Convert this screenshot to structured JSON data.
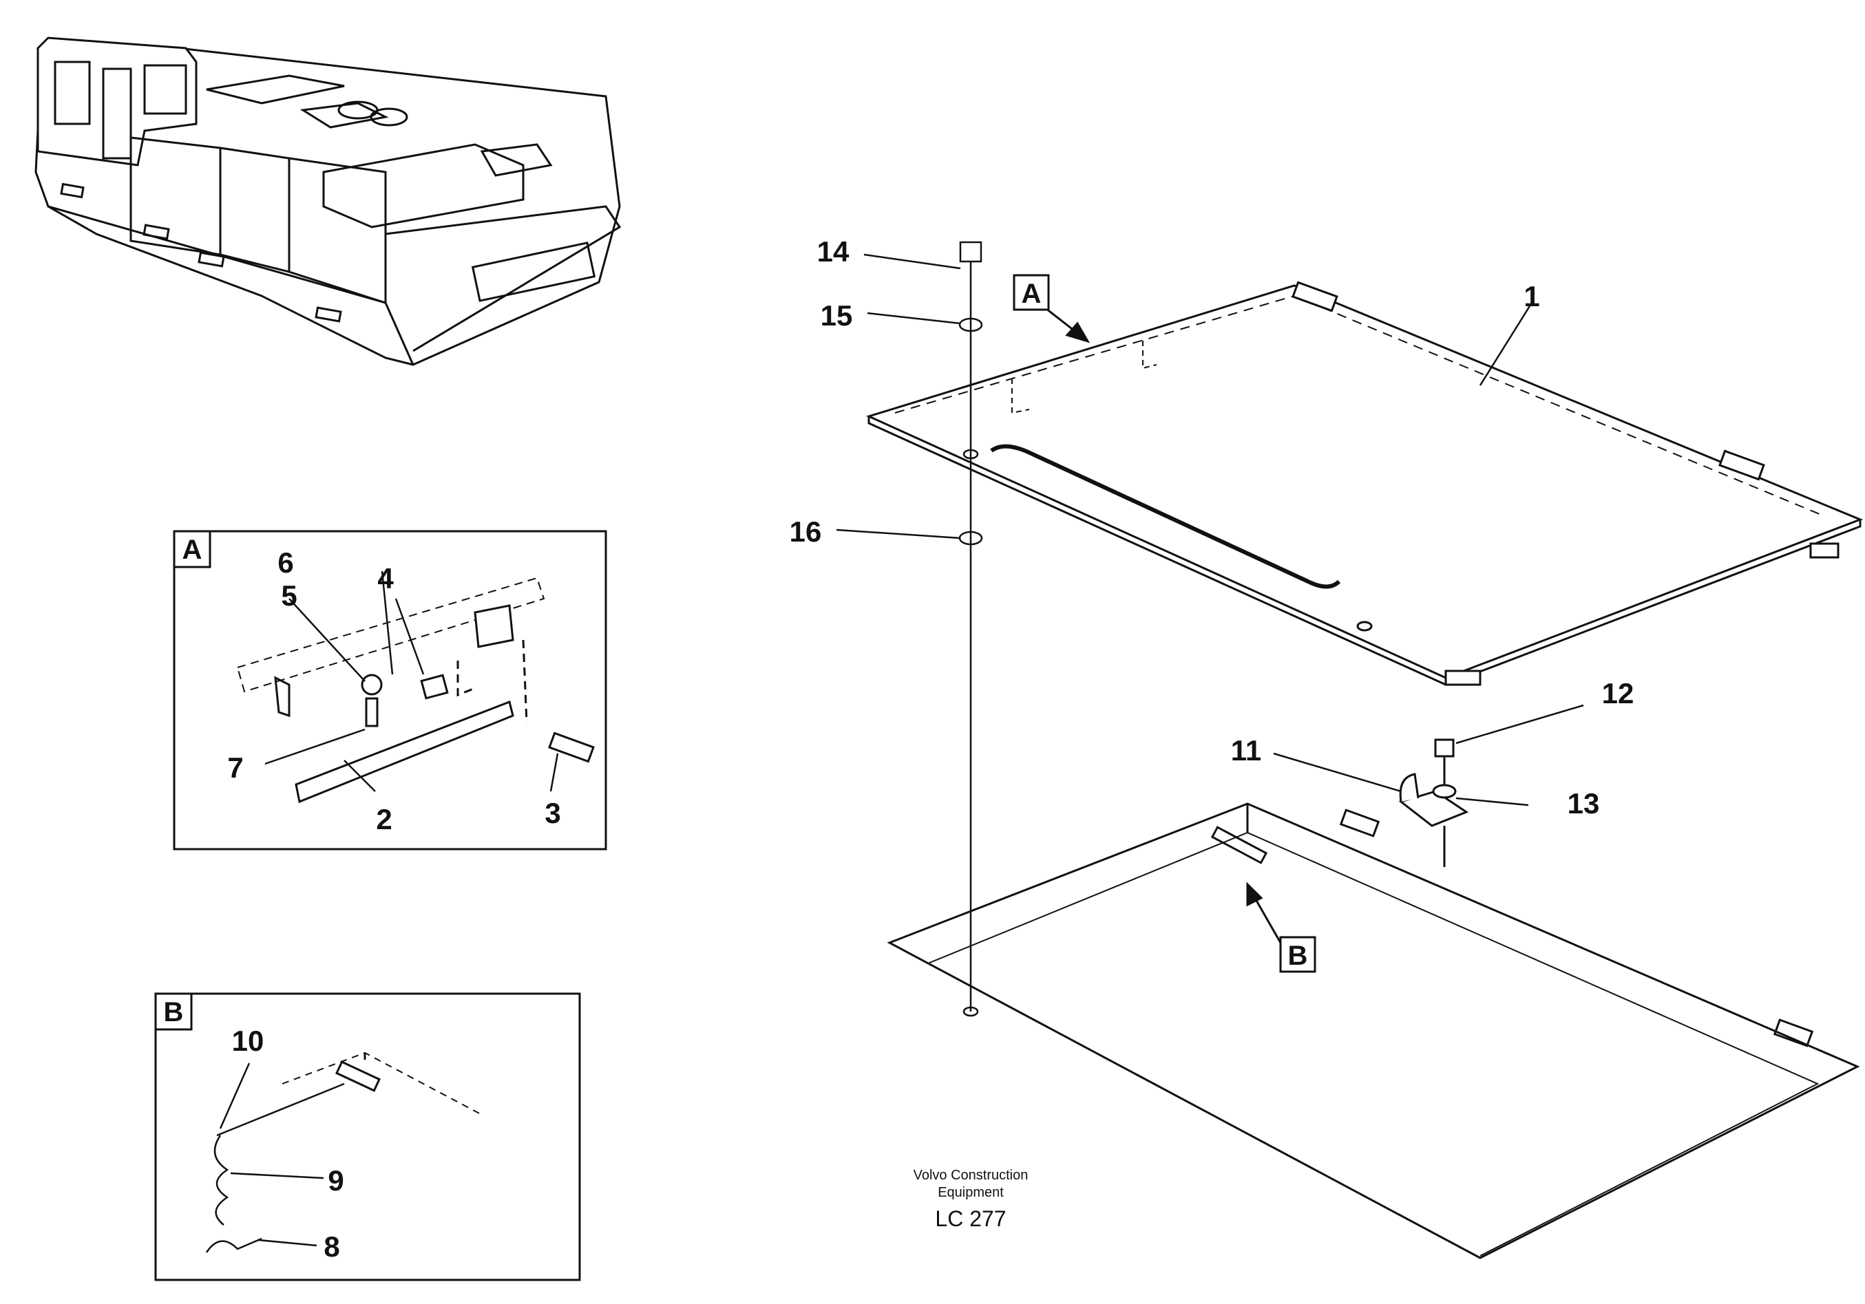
{
  "footer": {
    "company_line1": "Volvo Construction",
    "company_line2": "Equipment",
    "code": "LC 277"
  },
  "detail_labels": {
    "A_main": "A",
    "B_main": "B",
    "A_inset": "A",
    "B_inset": "B"
  },
  "callouts": {
    "c1": "1",
    "c2": "2",
    "c3": "3",
    "c4": "4",
    "c5": "5",
    "c6": "6",
    "c7": "7",
    "c8": "8",
    "c9": "9",
    "c10": "10",
    "c11": "11",
    "c12": "12",
    "c13": "13",
    "c14": "14",
    "c15": "15",
    "c16": "16"
  }
}
